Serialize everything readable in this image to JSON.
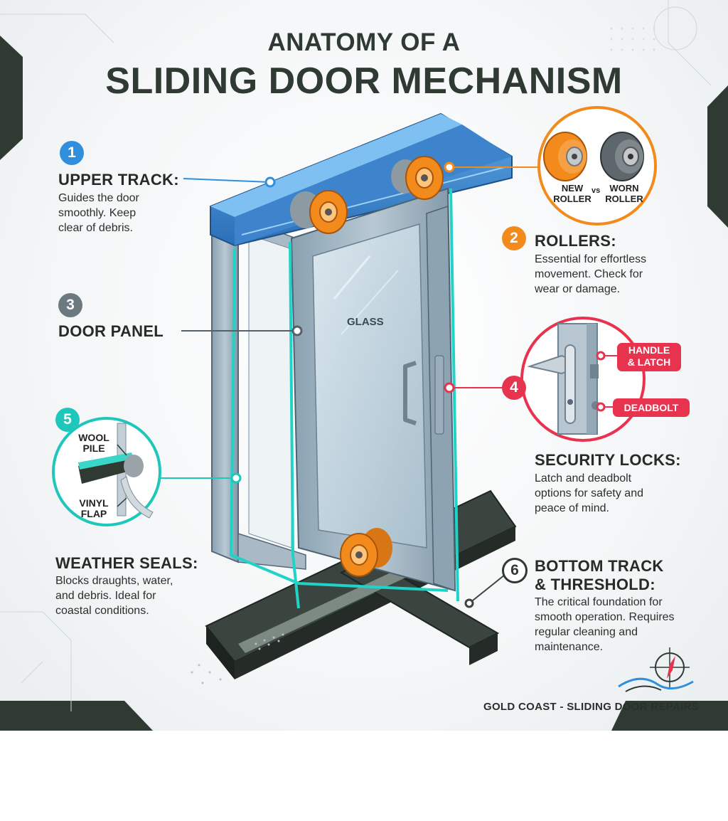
{
  "title": {
    "line1": "ANATOMY OF A",
    "line2": "SLIDING DOOR MECHANISM"
  },
  "parts": [
    {
      "number": "1",
      "heading": "UPPER TRACK:",
      "lines": [
        "Guides the door",
        "smoothly. Keep",
        "clear of debris."
      ],
      "color": "#2f8fdc"
    },
    {
      "number": "2",
      "heading": "ROLLERS:",
      "lines": [
        "Essential for effortless",
        "movement. Check for",
        "wear or damage."
      ],
      "color": "#f28a1c"
    },
    {
      "number": "3",
      "heading": "DOOR PANEL",
      "lines": [],
      "color": "#6c7a80"
    },
    {
      "number": "4",
      "heading": "SECURITY LOCKS:",
      "lines": [
        "Latch and deadbolt",
        "options for safety and",
        "peace of mind."
      ],
      "color": "#e8334f"
    },
    {
      "number": "5",
      "heading": "WEATHER SEALS:",
      "lines": [
        "Blocks draughts, water,",
        "and debris. Ideal for",
        "coastal conditions."
      ],
      "color": "#1fc7bb"
    },
    {
      "number": "6",
      "heading": "BOTTOM TRACK",
      "heading2": "& THRESHOLD:",
      "lines": [
        "The critical foundation for",
        "smooth operation. Requires",
        "regular cleaning and",
        "maintenance."
      ],
      "color": "#3a4540"
    }
  ],
  "glass_label": "GLASS",
  "roller_callout": {
    "new": "NEW",
    "new2": "ROLLER",
    "vs": "vs",
    "worn": "WORN",
    "worn2": "ROLLER"
  },
  "lock_callout": {
    "handle": "HANDLE",
    "handle2": "& LATCH",
    "deadbolt": "DEADBOLT"
  },
  "seal_callout": {
    "wool": "WOOL",
    "wool2": "PILE",
    "vinyl": "VINYL",
    "vinyl2": "FLAP"
  },
  "footer": "GOLD COAST - SLIDING DOOR REPAIRS",
  "colors": {
    "dark": "#2f3a33",
    "blue": "#2f8fdc",
    "orange": "#f28a1c",
    "red": "#e8334f",
    "teal": "#1fc7bb",
    "frame": "#9fb4c2",
    "track": "#2f362f"
  }
}
